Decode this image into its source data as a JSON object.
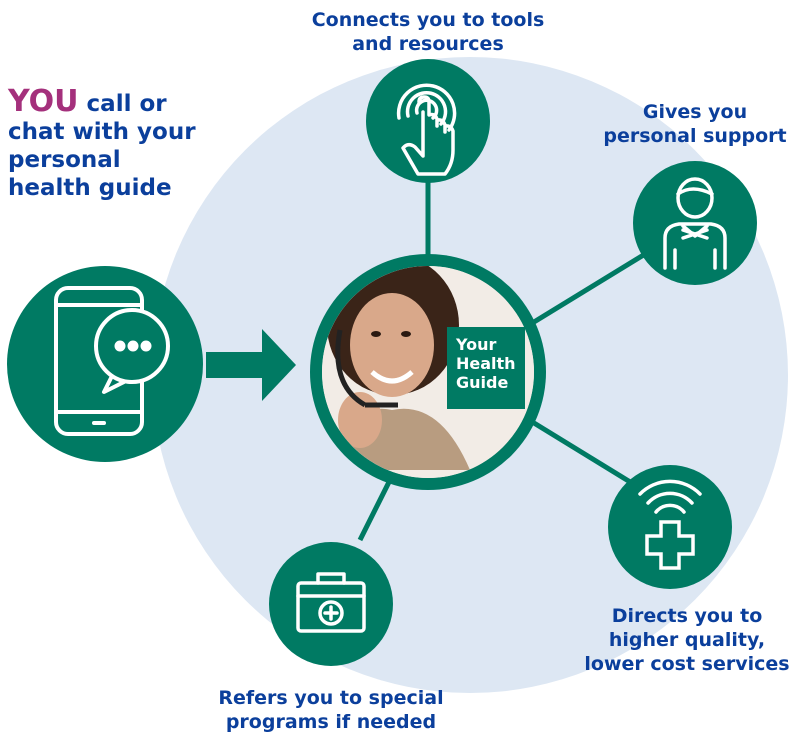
{
  "colors": {
    "green": "#007a63",
    "navy": "#0b3f9c",
    "magenta": "#a4307c",
    "pale_blue": "#dde7f3"
  },
  "you_block": {
    "highlight": "YOU",
    "rest_line1": " call or",
    "line2": "chat with your",
    "line3": "personal",
    "line4": "health guide"
  },
  "center": {
    "badge_lines": [
      "Your",
      "Health",
      "Guide"
    ],
    "photo_subject": "smiling woman wearing a headset"
  },
  "nodes": {
    "tools": {
      "icon": "tap-finger-icon",
      "label_lines": [
        "Connects you to tools",
        "and resources"
      ]
    },
    "support": {
      "icon": "person-bowtie-icon",
      "label_lines": [
        "Gives you",
        "personal support"
      ]
    },
    "services": {
      "icon": "wifi-cross-icon",
      "label_lines": [
        "Directs you to",
        "higher quality,",
        "lower cost services"
      ]
    },
    "programs": {
      "icon": "medical-kit-icon",
      "label_lines": [
        "Refers you to special",
        "programs if needed"
      ]
    },
    "phone": {
      "icon": "phone-chat-icon"
    }
  }
}
